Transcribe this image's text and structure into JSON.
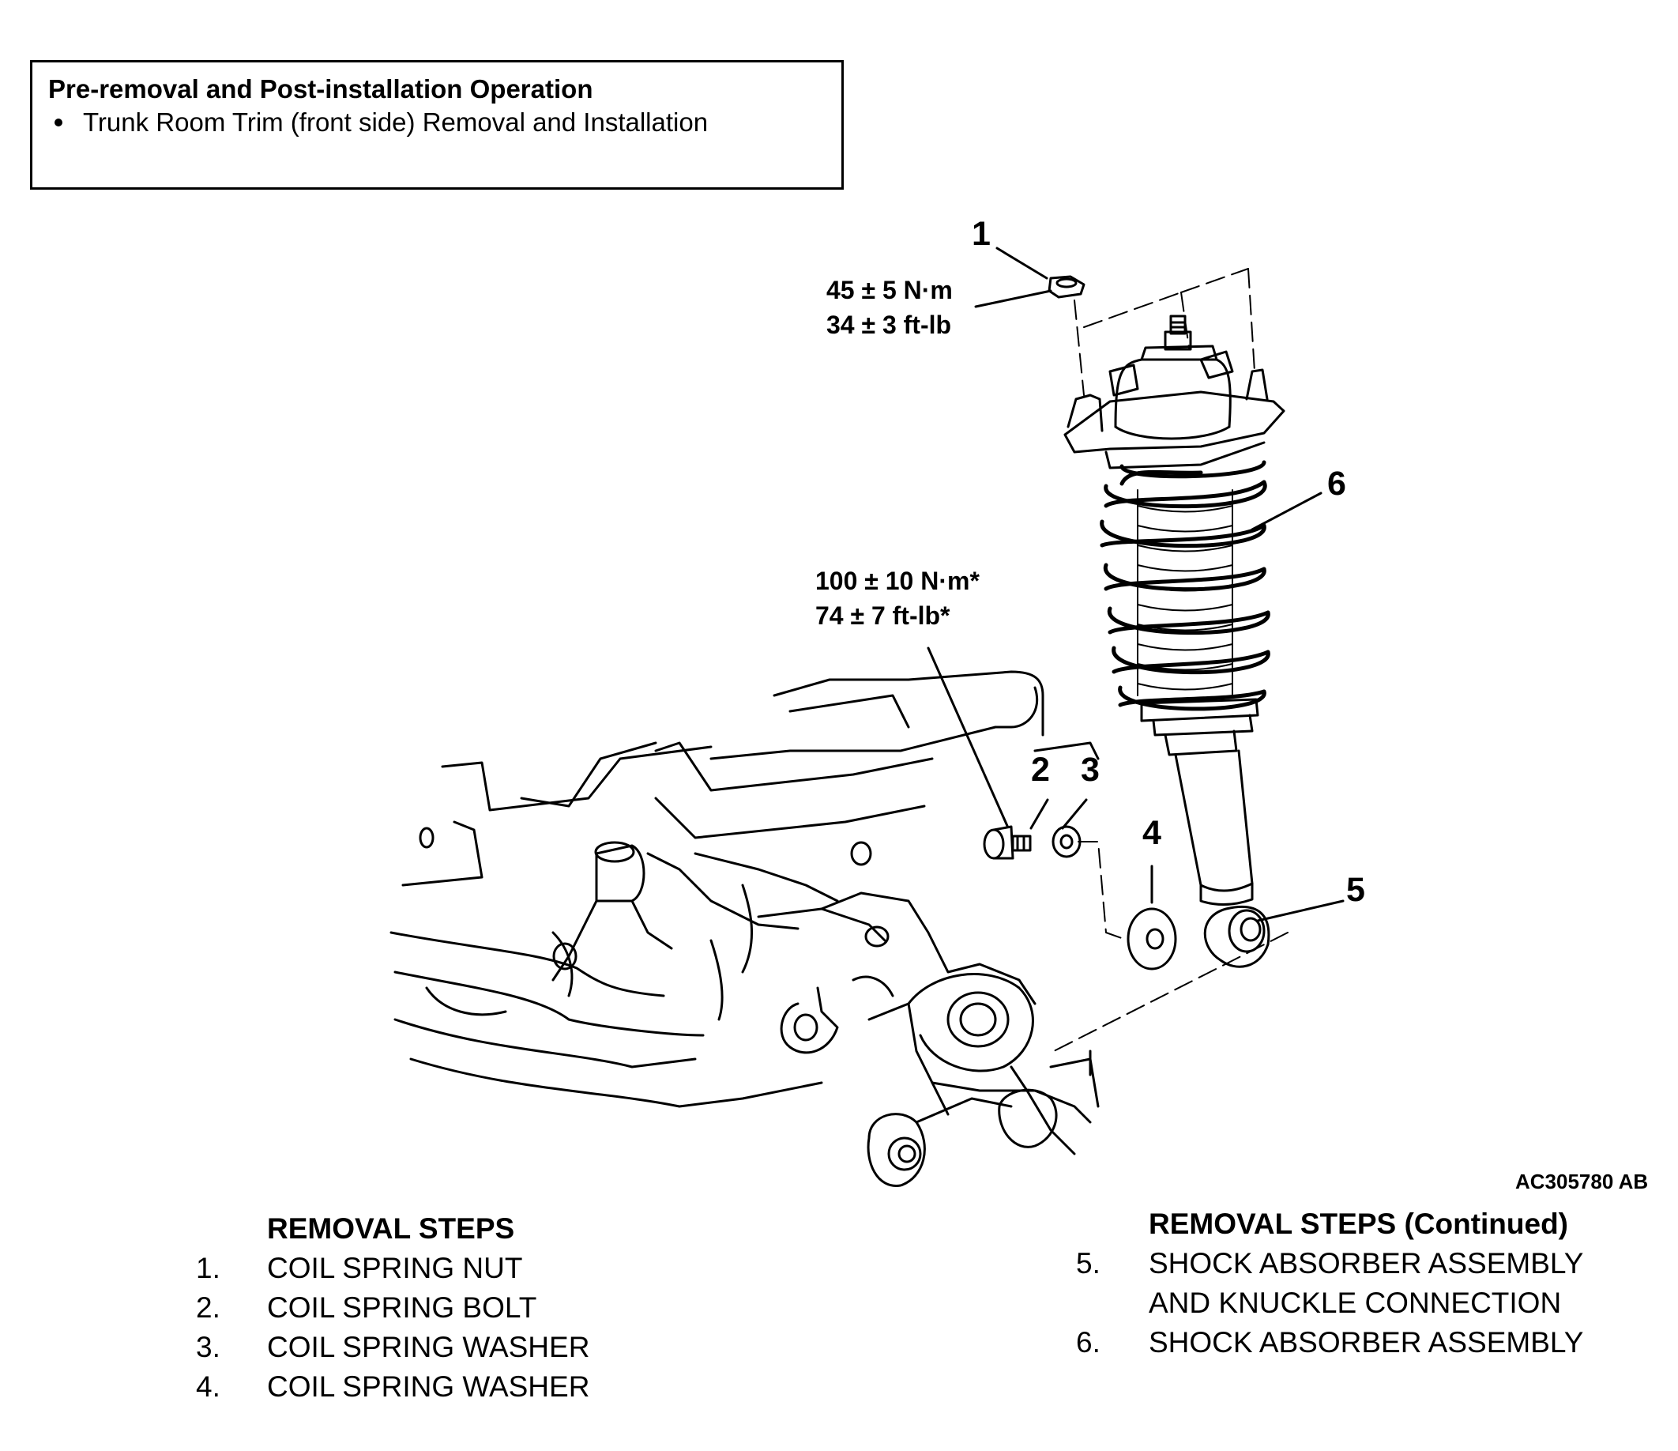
{
  "pre_op": {
    "title": "Pre-removal and Post-installation Operation",
    "items": [
      "Trunk Room Trim (front side) Removal and Installation"
    ]
  },
  "callouts": [
    "1",
    "2",
    "3",
    "4",
    "5",
    "6"
  ],
  "torque_1": {
    "metric": "45 ± 5 N·m",
    "imperial": "34 ± 3 ft-lb"
  },
  "torque_2": {
    "metric": "100 ± 10 N·m*",
    "imperial": "74 ± 7 ft-lb*"
  },
  "figure_code": "AC305780 AB",
  "removal_steps": {
    "title": "REMOVAL STEPS",
    "items": [
      {
        "num": "1.",
        "text": "COIL SPRING NUT"
      },
      {
        "num": "2.",
        "text": "COIL SPRING BOLT"
      },
      {
        "num": "3.",
        "text": "COIL SPRING WASHER"
      },
      {
        "num": "4.",
        "text": "COIL SPRING WASHER"
      }
    ]
  },
  "removal_steps_continued": {
    "title": "REMOVAL STEPS (Continued)",
    "items": [
      {
        "num": "5.",
        "text": "SHOCK ABSORBER ASSEMBLY"
      },
      {
        "num": "",
        "text": "AND KNUCKLE CONNECTION"
      },
      {
        "num": "6.",
        "text": "SHOCK ABSORBER ASSEMBLY"
      }
    ]
  }
}
